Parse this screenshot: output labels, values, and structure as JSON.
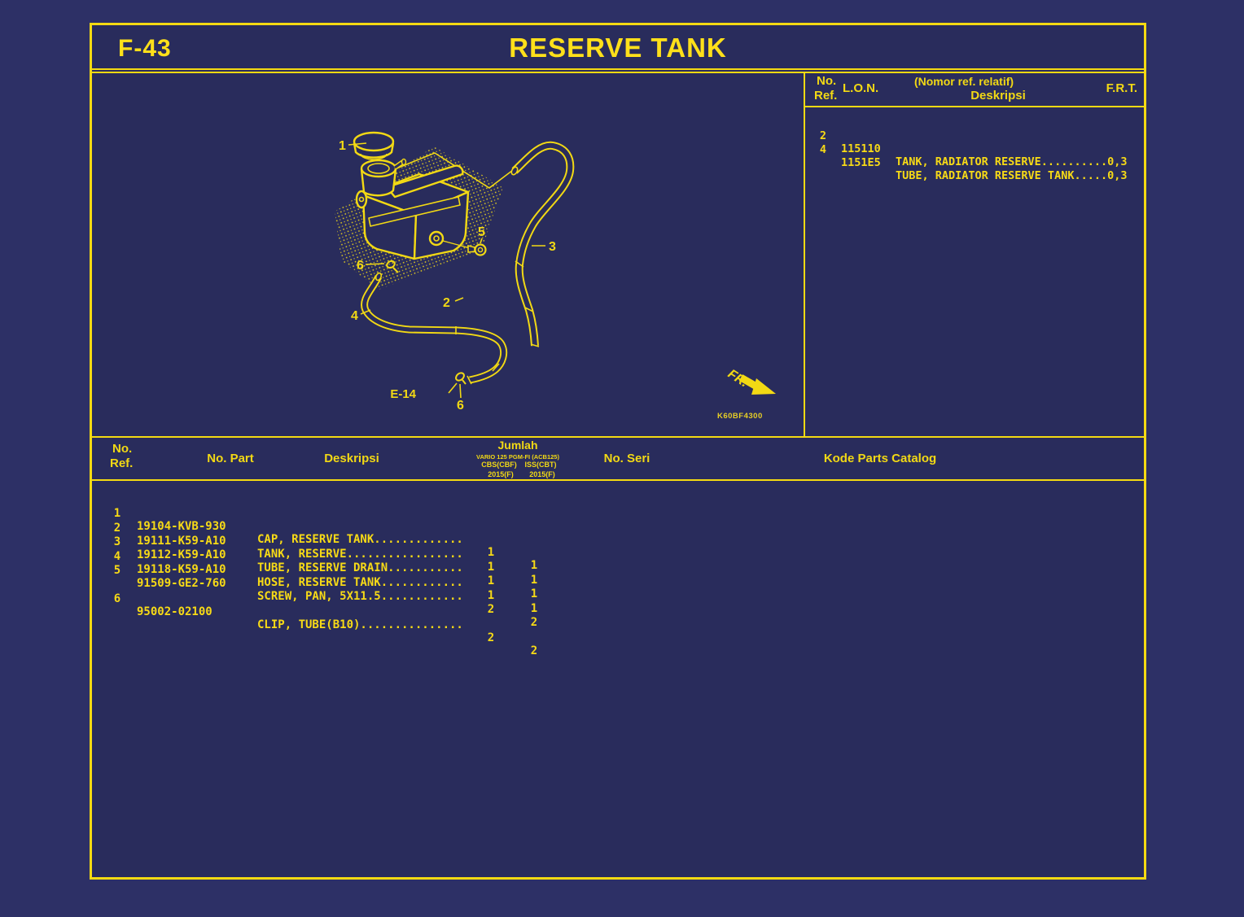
{
  "page": {
    "code": "F-43",
    "title": "RESERVE TANK"
  },
  "ref_table": {
    "headers": {
      "no": "No.",
      "ref": "Ref.",
      "lon": "L.O.N.",
      "nomor": "(Nomor ref. relatif)",
      "deskripsi": "Deskripsi",
      "frt": "F.R.T."
    },
    "rows": [
      {
        "ref": "2",
        "lon": "115110",
        "desc": "TANK, RADIATOR RESERVE..........",
        "frt": "0,3"
      },
      {
        "ref": "4",
        "lon": "1151E5",
        "desc": "TUBE, RADIATOR RESERVE TANK.....",
        "frt": "0,3"
      }
    ]
  },
  "diagram": {
    "labels": {
      "cap": "1",
      "tank": "2",
      "tube": "3",
      "hose": "4",
      "screw": "5",
      "clip_upper": "6",
      "clip_lower": "6",
      "e14": "E-14",
      "fr": "FR.",
      "drawing_code": "K60BF4300"
    }
  },
  "parts_table": {
    "headers": {
      "no": "No.",
      "ref": "Ref.",
      "no_part": "No. Part",
      "deskripsi": "Deskripsi",
      "jumlah": "Jumlah",
      "jumlah_model": "VARIO 125 PGM-FI (ACB125)",
      "col1": "CBS(CBF)",
      "col2": "ISS(CBT)",
      "year1": "2015(F)",
      "year2": "2015(F)",
      "no_seri": "No. Seri",
      "kode": "Kode Parts Catalog"
    },
    "rows": [
      {
        "ref": "1",
        "part": "19104-KVB-930",
        "desc": "CAP, RESERVE TANK.............",
        "qty1": "1",
        "qty2": "1"
      },
      {
        "ref": "2",
        "part": "19111-K59-A10",
        "desc": "TANK, RESERVE.................",
        "qty1": "1",
        "qty2": "1"
      },
      {
        "ref": "3",
        "part": "19112-K59-A10",
        "desc": "TUBE, RESERVE DRAIN...........",
        "qty1": "1",
        "qty2": "1"
      },
      {
        "ref": "4",
        "part": "19118-K59-A10",
        "desc": "HOSE, RESERVE TANK............",
        "qty1": "1",
        "qty2": "1"
      },
      {
        "ref": "5",
        "part": "91509-GE2-760",
        "desc": "SCREW, PAN, 5X11.5............",
        "qty1": "2",
        "qty2": "2"
      },
      {
        "ref": "6",
        "part": "95002-02100",
        "desc": "CLIP, TUBE(B10)...............",
        "qty1": "2",
        "qty2": "2"
      }
    ]
  }
}
